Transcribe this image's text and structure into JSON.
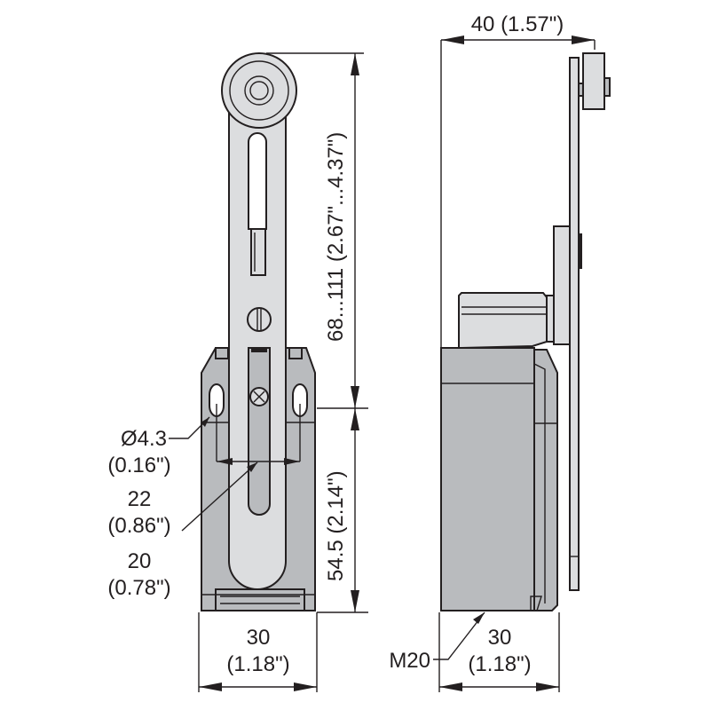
{
  "drawing": {
    "subject": "Limit switch with adjustable roller lever - dimensional drawing",
    "colors": {
      "line": "#231f20",
      "housing": "#b9bbbe",
      "lever": "#dcdddf",
      "background": "#ffffff"
    },
    "front_view": {
      "dimensions": {
        "lever_height": "68...111 (2.67\"...4.37\")",
        "body_height": "54.5 (2.14\")",
        "width_mm": "30",
        "width_in": "(1.18\")",
        "hole_diameter_mm": "Ø4.3",
        "hole_diameter_in": "(0.16\")",
        "hole_spacing_mm": "22",
        "hole_spacing_in": "(0.86\")",
        "slot_width_mm": "20",
        "slot_width_in": "(0.78\")"
      }
    },
    "side_view": {
      "dimensions": {
        "depth": "40 (1.57\")",
        "width_mm": "30",
        "width_in": "(1.18\")",
        "thread": "M20"
      }
    }
  }
}
